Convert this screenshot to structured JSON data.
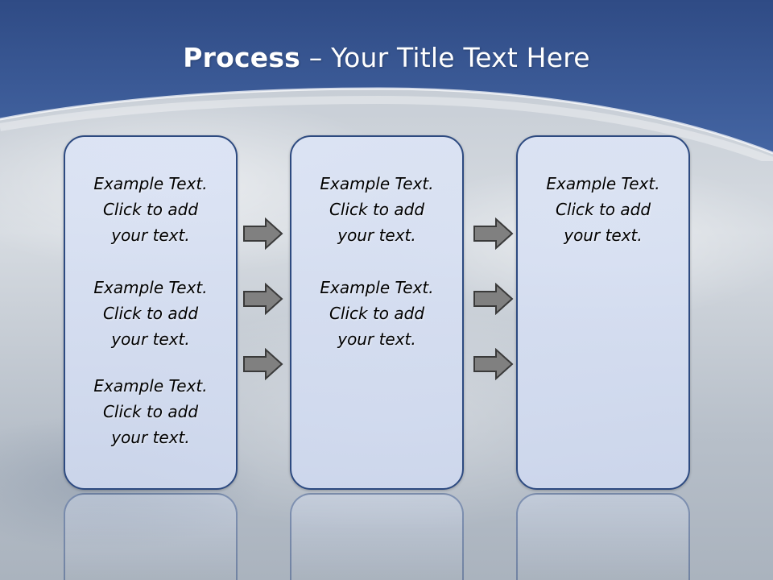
{
  "slide": {
    "title_bold": "Process",
    "title_rest": " – Your Title Text Here"
  },
  "columns": [
    {
      "items": [
        {
          "line1": "Example Text.",
          "line2": "Click  to add",
          "line3": "your text."
        },
        {
          "line1": "Example Text.",
          "line2": "Click  to add",
          "line3": "your text."
        },
        {
          "line1": "Example Text.",
          "line2": "Click  to add",
          "line3": "your text."
        }
      ]
    },
    {
      "items": [
        {
          "line1": "Example Text.",
          "line2": "Click  to add",
          "line3": "your text."
        },
        {
          "line1": "Example Text.",
          "line2": "Click  to add",
          "line3": "your text."
        }
      ]
    },
    {
      "items": [
        {
          "line1": "Example Text.",
          "line2": "Click  to add",
          "line3": "your text."
        }
      ]
    }
  ],
  "colors": {
    "header_blue": "#3a5a96",
    "box_border": "#2d4a80",
    "arrow_fill": "#808080",
    "arrow_stroke": "#3a3a3a"
  },
  "icons": [
    "right-arrow-icon"
  ]
}
